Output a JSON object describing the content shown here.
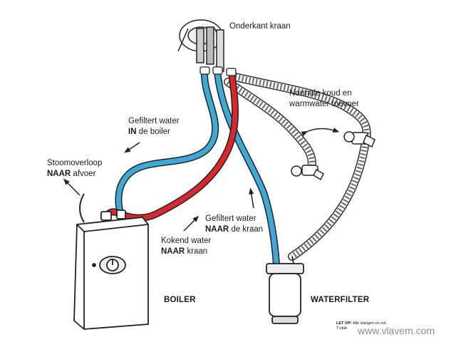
{
  "labels": {
    "faucet_bottom": "Onderkant kraan",
    "normal_supply_line1": "Normale koud en",
    "normal_supply_line2": "warmwater toevoer",
    "filtered_in_line1": "Gefiltert water",
    "filtered_in_bold": "IN",
    "filtered_in_rest": "de boiler",
    "steam_line1": "Stoomoverloop",
    "steam_bold": "NAAR",
    "steam_rest": "afvoer",
    "filtered_tap_line1": "Gefiltert water",
    "filtered_tap_bold": "NAAR",
    "filtered_tap_rest": "de kraan",
    "boiling_line1": "Kokend water",
    "boiling_bold": "NAAR",
    "boiling_rest": "kraan",
    "boiler": "BOILER",
    "waterfilter": "WATERFILTER",
    "note_bold": "LET OP:",
    "note_rest": "Alle slangen en evt.",
    "note_line2": "T-stuk",
    "watermark": "www.vlavem.com"
  },
  "colors": {
    "hot_pipe": "#d8272e",
    "cold_pipe": "#3fa9d6",
    "outline": "#222222",
    "braided_hose": "#555555"
  }
}
